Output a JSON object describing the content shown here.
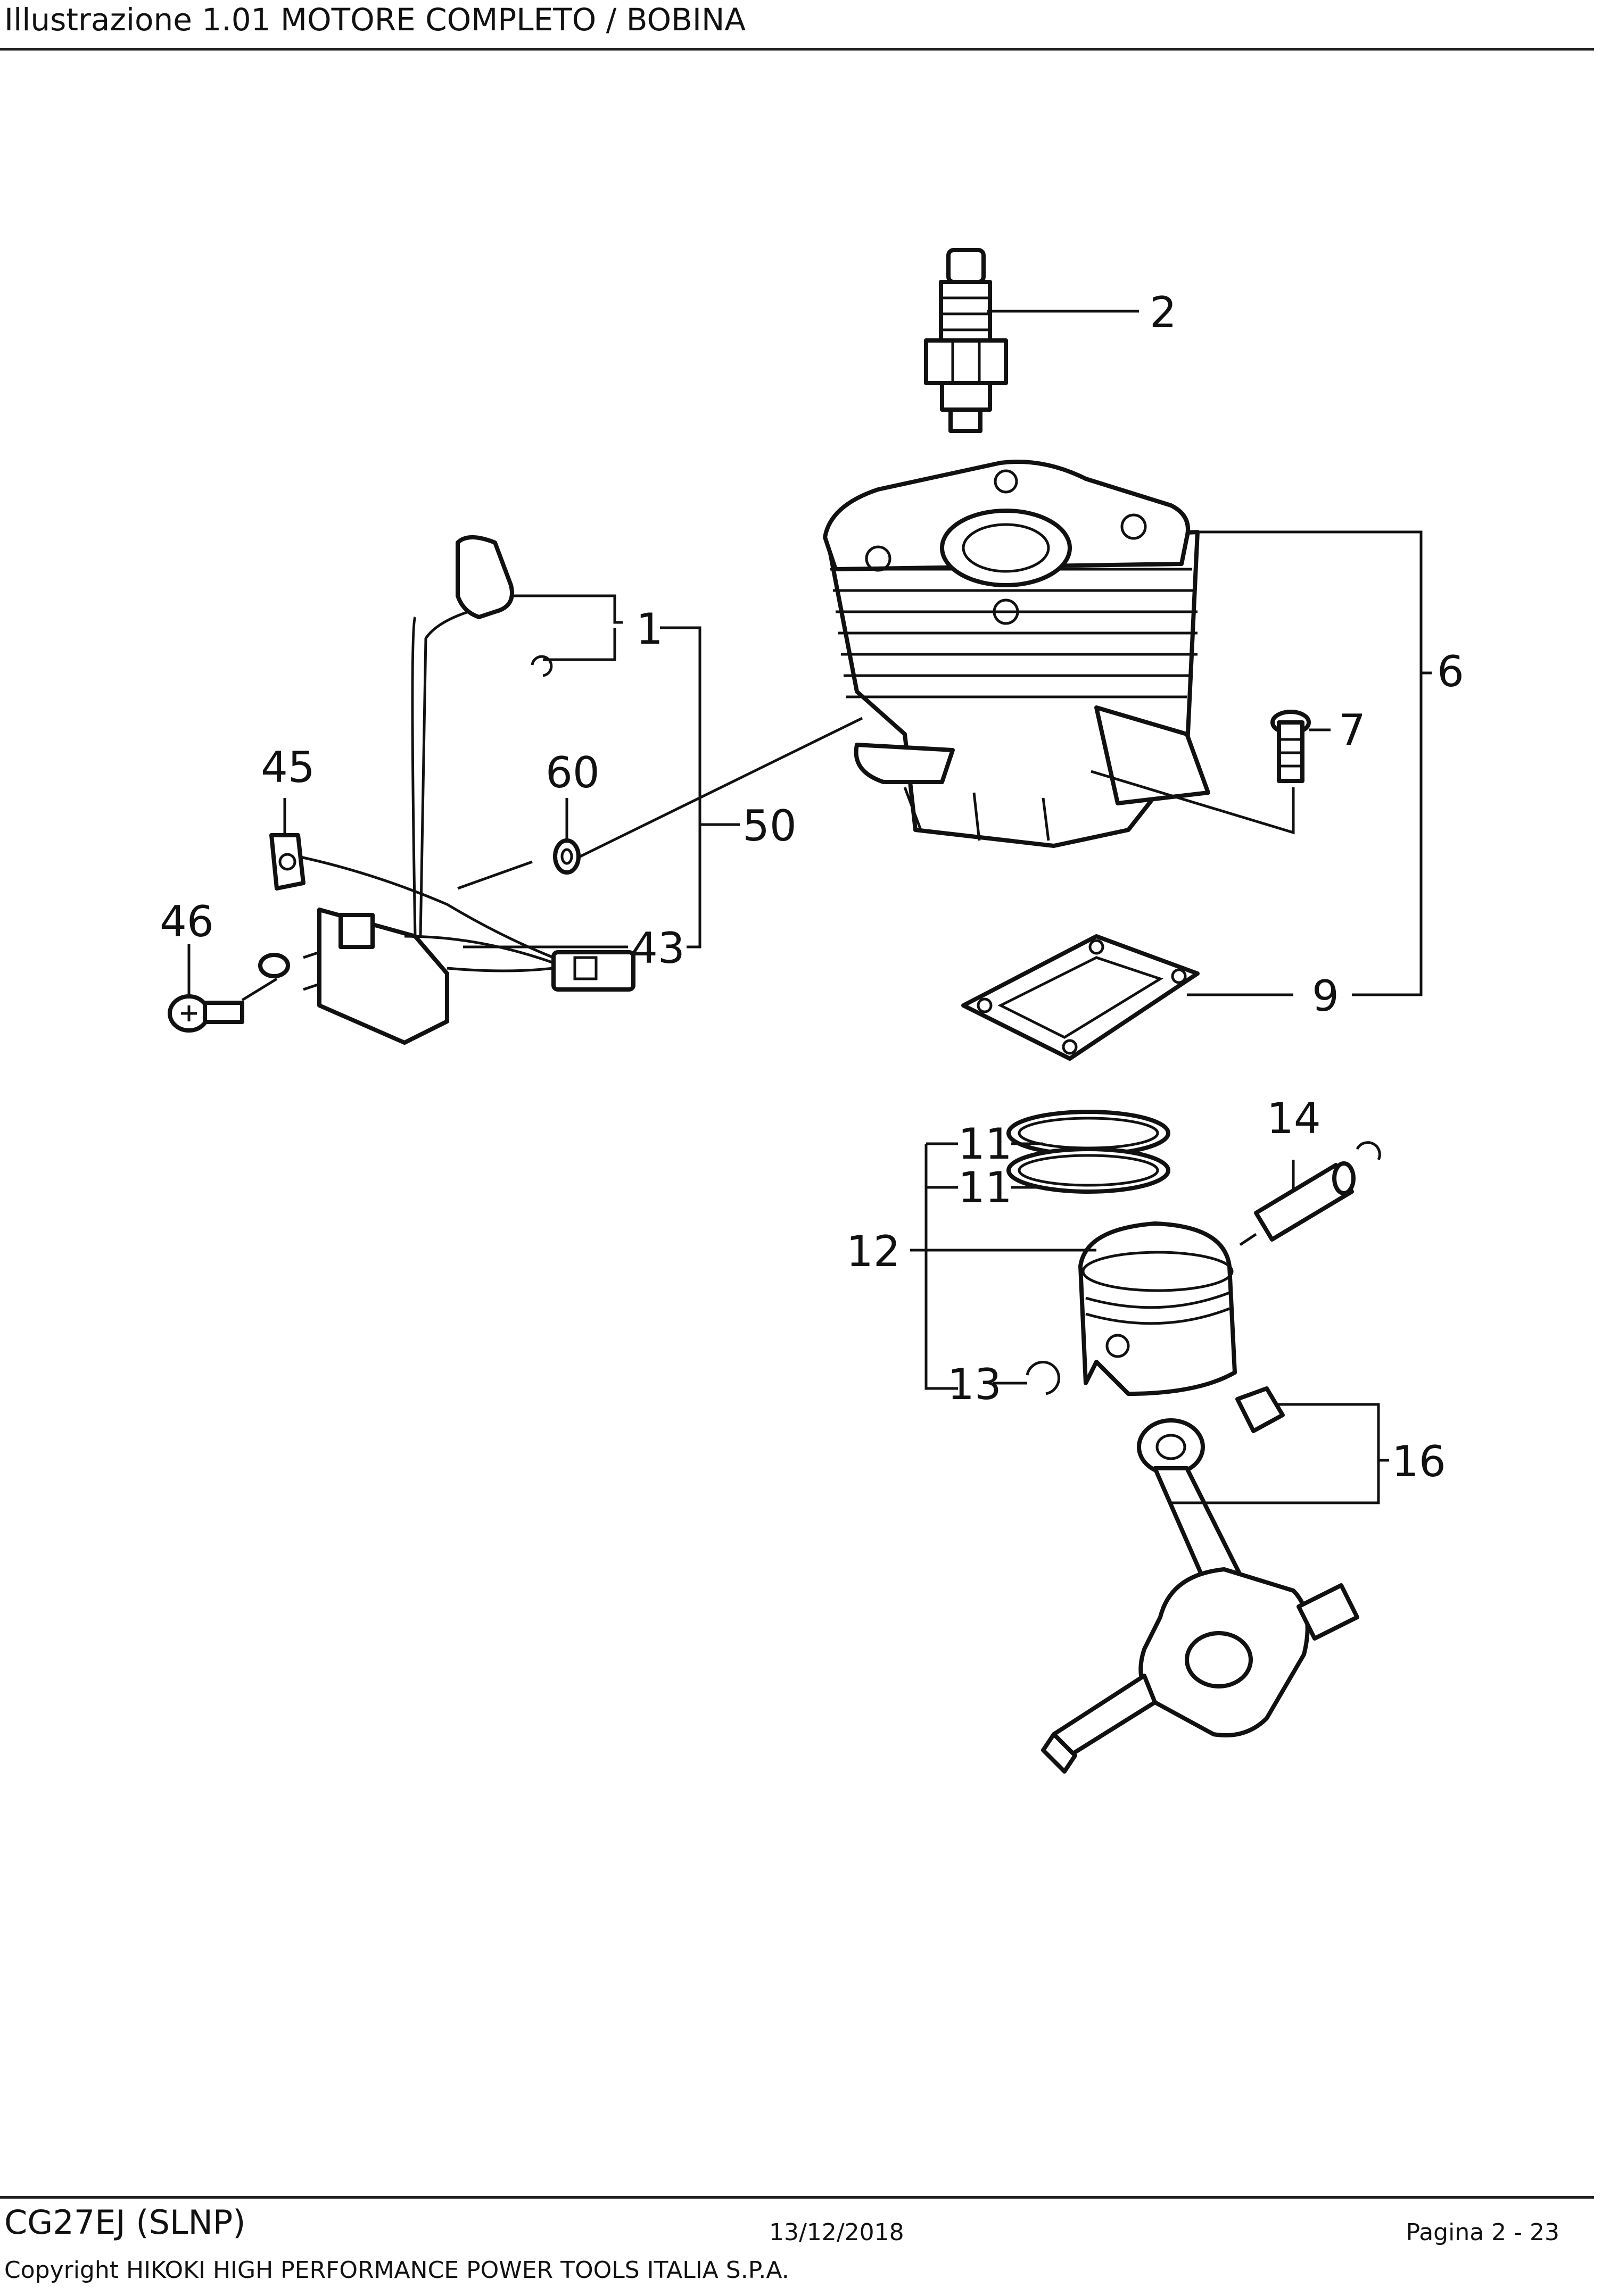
{
  "header": {
    "title": "Illustrazione  1.01 MOTORE COMPLETO / BOBINA"
  },
  "footer": {
    "model": "CG27EJ (SLNP)",
    "date": "13/12/2018",
    "page": "Pagina 2 - 23",
    "copyright": "Copyright HIKOKI HIGH PERFORMANCE POWER TOOLS ITALIA S.P.A."
  },
  "diagram": {
    "callouts": {
      "c1": "1",
      "c2": "2",
      "c6": "6",
      "c7": "7",
      "c9": "9",
      "c11a": "11",
      "c11b": "11",
      "c12": "12",
      "c13": "13",
      "c14": "14",
      "c16": "16",
      "c43": "43",
      "c45": "45",
      "c46": "46",
      "c50": "50",
      "c60": "60"
    }
  }
}
